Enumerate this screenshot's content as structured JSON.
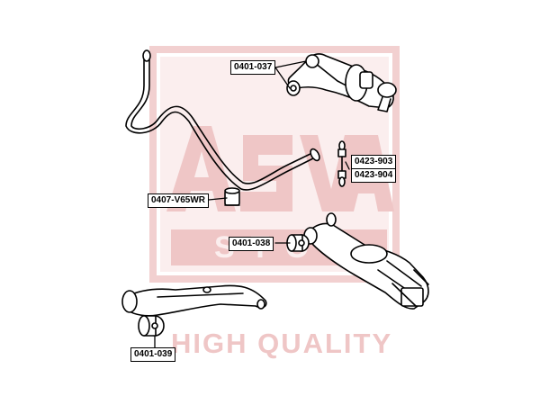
{
  "watermark": {
    "brand": "ASVA",
    "sub_word": "STOP",
    "tagline": "HIGH QUALITY",
    "color": "#efc6c6"
  },
  "part_numbers": {
    "upper_arm": "0401-037",
    "link_a": "0423-903",
    "link_b": "0423-904",
    "stabilizer_bushing": "0407-V65WR",
    "rear_lower_arm_bushing": "0401-038",
    "trailing_arm_bushing": "0401-039"
  },
  "colors": {
    "outline": "#000000",
    "label_border": "#000000",
    "parts_fill": "#ffffff"
  }
}
